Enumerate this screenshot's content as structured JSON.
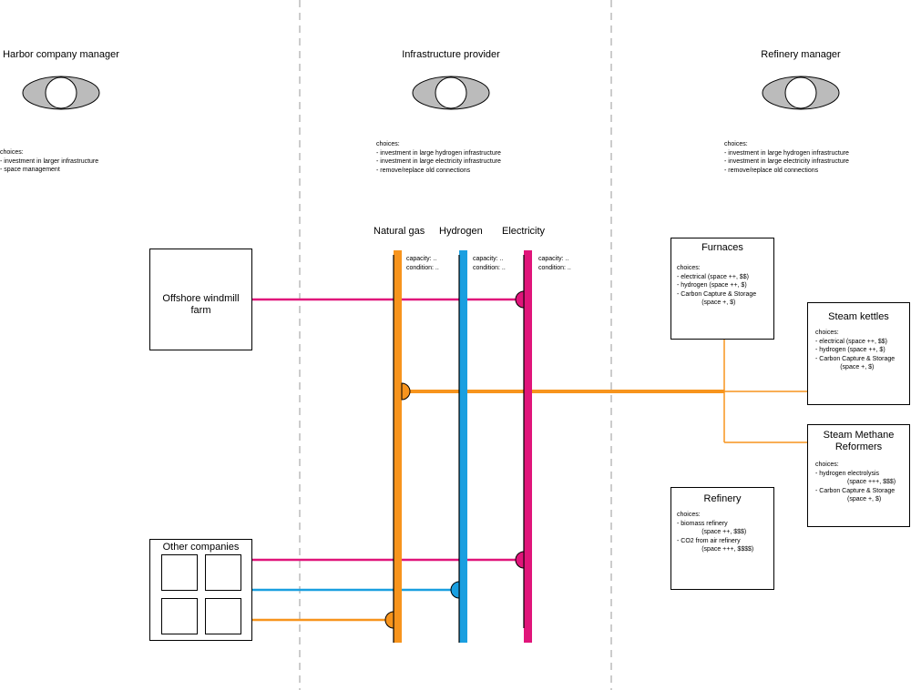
{
  "roles": [
    {
      "title": "Harbor company manager",
      "choices": "choices:\n- investment in larger infrastructure\n- space management"
    },
    {
      "title": "Infrastructure provider",
      "choices": "choices:\n- investment in large hydrogen infrastructure\n- investment in large electricity infrastructure\n- remove/replace old connections"
    },
    {
      "title": "Refinery manager",
      "choices": "choices:\n- investment in large hydrogen infrastructure\n- investment in large electricity infrastructure\n- remove/replace old connections"
    }
  ],
  "pipes": [
    {
      "label": "Natural gas",
      "meta": "capacity: ..\ncondition: ..",
      "color": "#f7941d"
    },
    {
      "label": "Hydrogen",
      "meta": "capacity: ..\ncondition: ..",
      "color": "#1a9fe0"
    },
    {
      "label": "Electricity",
      "meta": "capacity: ..\ncondition: ..",
      "color": "#e0157a"
    }
  ],
  "nodes": {
    "windmill": {
      "title": "Offshore windmill\nfarm"
    },
    "other": {
      "title": "Other companies"
    },
    "furnaces": {
      "title": "Furnaces",
      "body": "choices:\n- electrical (space ++, $$)\n- hydrogen (space ++, $)\n- Carbon Capture & Storage\n              (space +, $)"
    },
    "kettles": {
      "title": "Steam kettles",
      "body": "choices:\n- electrical (space ++, $$)\n- hydrogen (space ++, $)\n- Carbon Capture & Storage\n              (space +, $)"
    },
    "reformers": {
      "title": "Steam Methane\nReformers",
      "body": "choices:\n- hydrogen electrolysis\n                  (space +++, $$$)\n- Carbon Capture & Storage\n                  (space +, $)"
    },
    "refinery": {
      "title": "Refinery",
      "body": "choices:\n- biomass refinery\n              (space ++, $$$)\n- CO2 from air refinery\n              (space +++, $$$$)"
    }
  }
}
